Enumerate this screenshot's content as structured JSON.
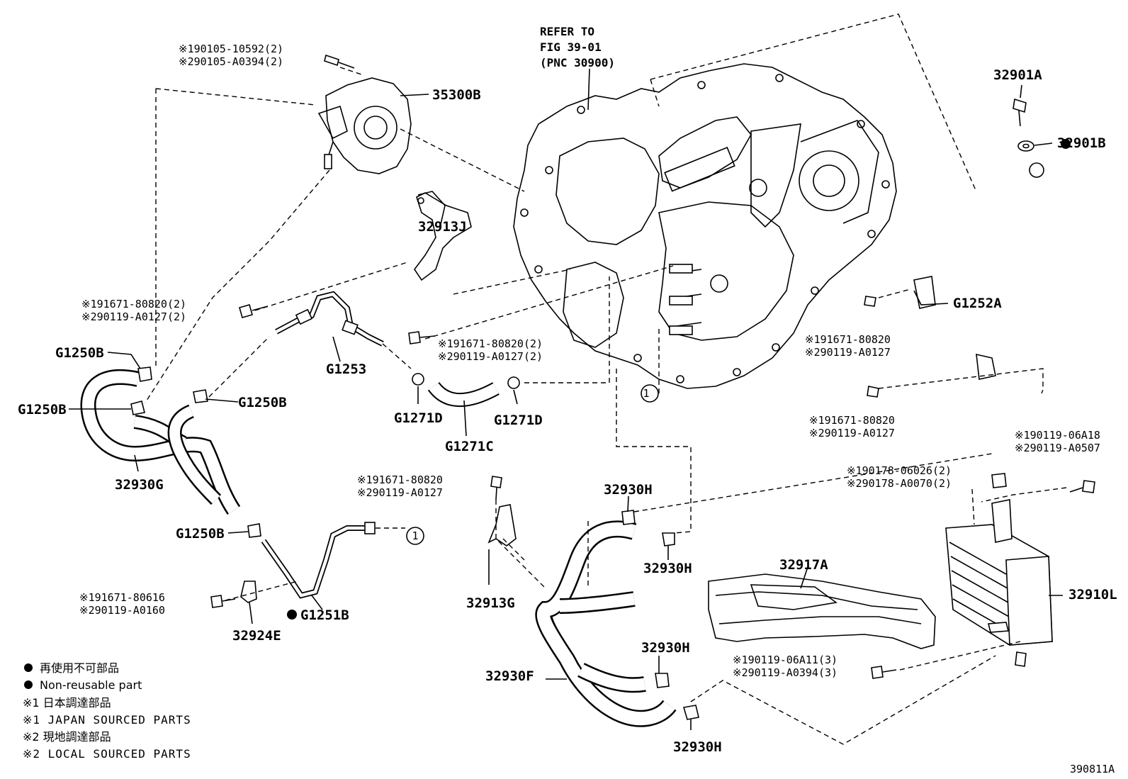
{
  "reference": {
    "line1": "REFER TO",
    "line2": "FIG 39-01",
    "line3": "(PNC 30900)"
  },
  "parts": {
    "p35300B": "35300B",
    "p32901A": "32901A",
    "p32901B": "32901B",
    "p32913J": "32913J",
    "p32913G": "32913G",
    "pG1252A": "G1252A",
    "pG1250B_1": "G1250B",
    "pG1250B_2": "G1250B",
    "pG1250B_3": "G1250B",
    "pG1250B_4": "G1250B",
    "pG1253": "G1253",
    "pG1271D_1": "G1271D",
    "pG1271D_2": "G1271D",
    "pG1271C": "G1271C",
    "p32930G": "32930G",
    "p32930H_1": "32930H",
    "p32930H_2": "32930H",
    "p32930H_3": "32930H",
    "p32930H_4": "32930H",
    "p32930F": "32930F",
    "p32917A": "32917A",
    "p32910L": "32910L",
    "p32924E": "32924E",
    "pG1251B": "G1251B"
  },
  "notes": {
    "n_35300B_1": "※190105-10592(2)",
    "n_35300B_2": "※290105-A0394(2)",
    "n_left_bolt_1": "※191671-80820(2)",
    "n_left_bolt_2": "※290119-A0127(2)",
    "n_mid_bolt_1": "※191671-80820(2)",
    "n_mid_bolt_2": "※290119-A0127(2)",
    "n_right_bolt_a1": "※191671-80820",
    "n_right_bolt_a2": "※290119-A0127",
    "n_right_bolt_b1": "※191671-80820",
    "n_right_bolt_b2": "※290119-A0127",
    "n_center_bolt_1": "※191671-80820",
    "n_center_bolt_2": "※290119-A0127",
    "n_lower_bolt_1": "※191671-80616",
    "n_lower_bolt_2": "※290119-A0160",
    "n_cooler_bolt_1": "※190119-06A18",
    "n_cooler_bolt_2": "※290119-A0507",
    "n_cooler_nut_1": "※190178-06026(2)",
    "n_cooler_nut_2": "※290178-A0070(2)",
    "n_duct_bolt_1": "※190119-06A11(3)",
    "n_duct_bolt_2": "※290119-A0394(3)"
  },
  "callouts": {
    "c1_a": "1",
    "c1_b": "1"
  },
  "legend": {
    "l1": "再使用不可部品",
    "l2": "Non-reusable part",
    "l3": "※1 日本調達部品",
    "l4": "※1 JAPAN SOURCED PARTS",
    "l5": "※2 現地調達部品",
    "l6": "※2 LOCAL SOURCED PARTS"
  },
  "figure_code": "390811A"
}
